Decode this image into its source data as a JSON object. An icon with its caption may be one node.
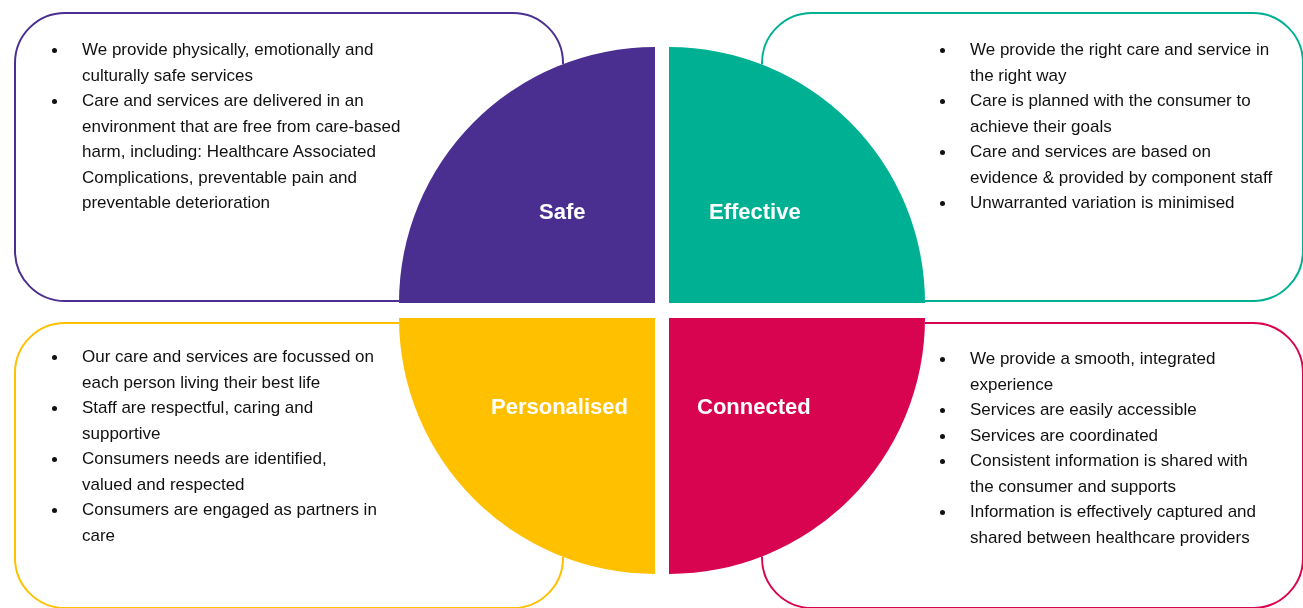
{
  "diagram": {
    "nodes": [
      {
        "text": [
          "We provide physically, emotionally and culturally safe services",
          "Care and services are delivered in an environment that are free from care-based harm, including: Healthcare Associated Complications, preventable pain and preventable deterioration"
        ]
      },
      {
        "text": [
          "Safe"
        ]
      },
      {
        "text": [
          "Effective"
        ]
      },
      {
        "text": [
          "We provide the right care and service in the right way",
          "Care is planned with the consumer to achieve their goals",
          "Care and services are based on evidence & provided by component staff",
          "Unwarranted variation is minimised"
        ]
      },
      {
        "text": [
          "Our care and services are focussed on each person living their best life",
          "Staff are respectful, caring and supportive",
          "Consumers needs are identified, valued and respected",
          "Consumers are engaged as partners in care"
        ]
      },
      {
        "text": [
          "Personalised"
        ]
      },
      {
        "text": [
          "Connected"
        ]
      },
      {
        "text": [
          "We provide a smooth, integrated experience",
          "Services are easily accessible",
          "Services are coordinated",
          "Consistent information is shared with the consumer and supports",
          "Information is effectively captured and shared between healthcare providers"
        ]
      }
    ]
  }
}
